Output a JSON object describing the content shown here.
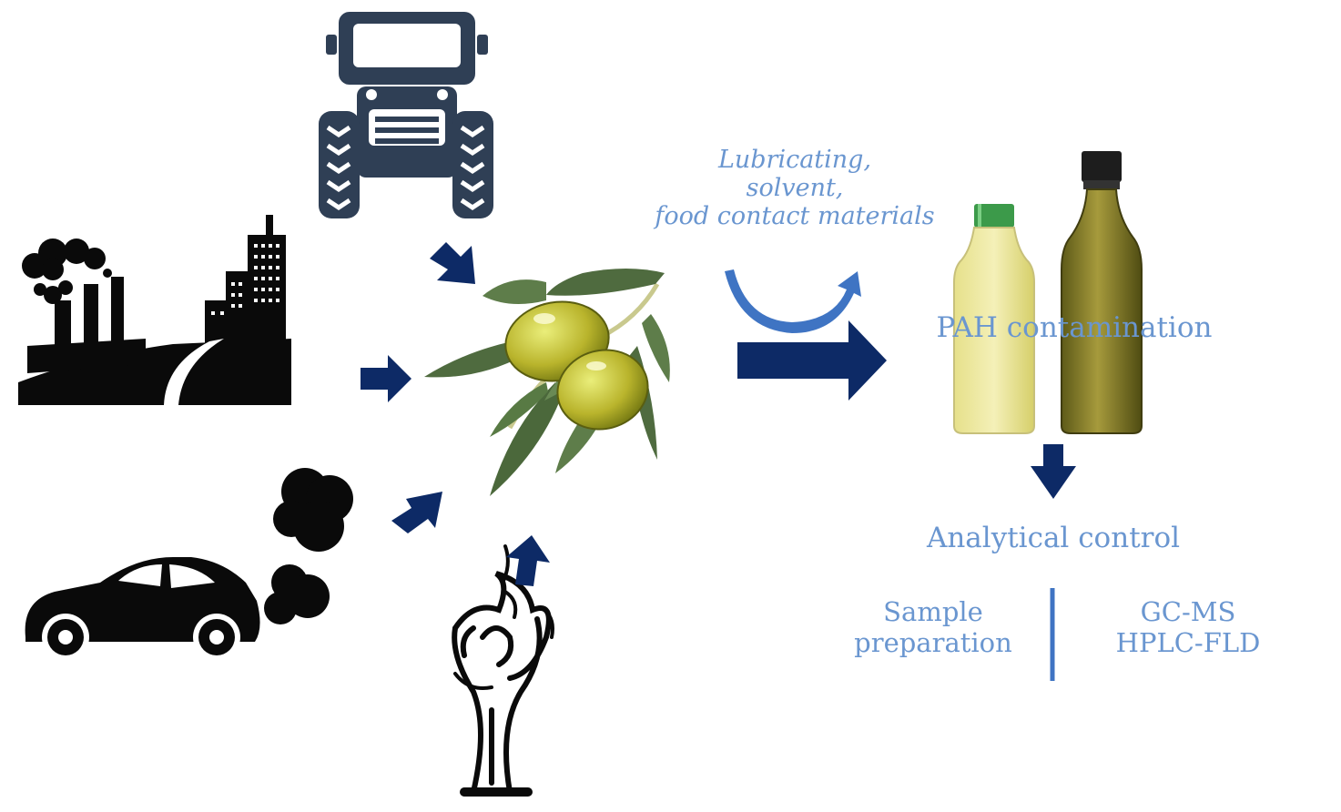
{
  "labels": {
    "process_inputs": [
      "Lubricating,",
      "solvent,",
      "food contact materials"
    ],
    "contamination": "PAH contamination",
    "analytical_control": "Analytical control",
    "sample_preparation": [
      "Sample",
      "preparation"
    ],
    "methods": [
      "GC-MS",
      "HPLC-FLD"
    ]
  },
  "icons": {
    "sources": [
      "tractor-icon",
      "factory-icon",
      "car-exhaust-icon",
      "burning-tree-icon"
    ],
    "center": "olive-branch-icon",
    "product": "olive-oil-bottles-icon"
  },
  "colors": {
    "arrow_navy": "#0d2a66",
    "text_blue": "#6a96d0",
    "curved_arrow": "#3f74c3",
    "silhouette": "#0a0a0a",
    "tractor": "#2f3f55"
  }
}
